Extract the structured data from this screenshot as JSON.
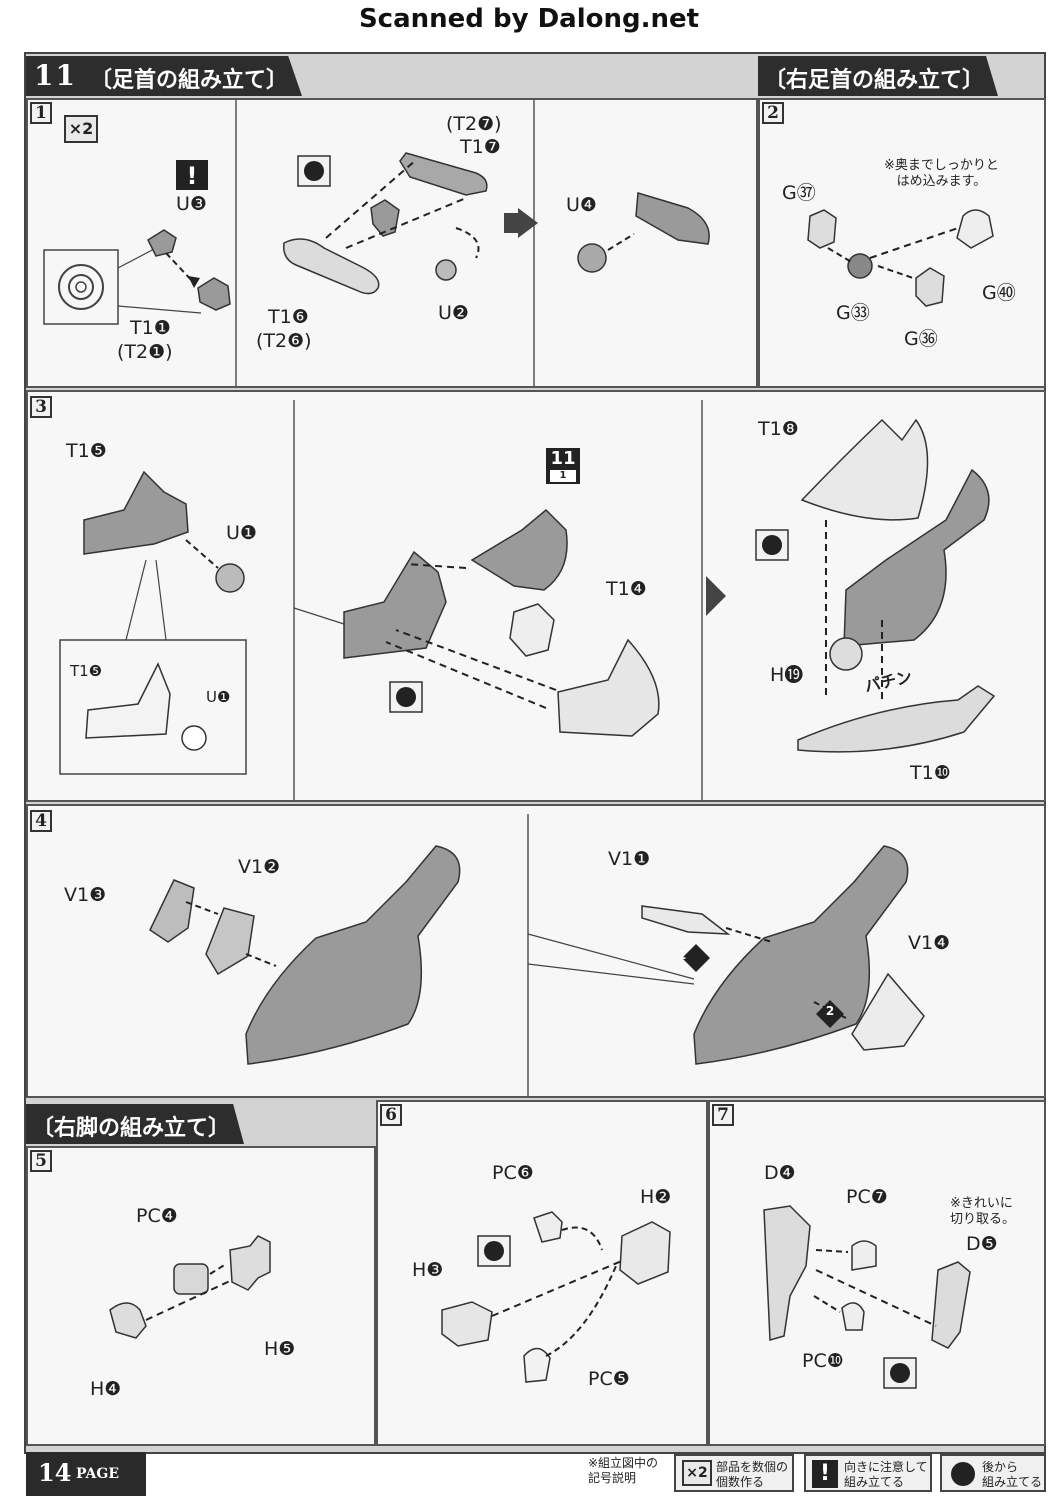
{
  "scan_credit": "Scanned by Dalong.net",
  "section": {
    "number": "11",
    "title": "〔足首の組み立て〕"
  },
  "right_title_1": "〔右足首の組み立て〕",
  "right_title_2": "〔右脚の組み立て〕",
  "steps": {
    "s1": {
      "no": "1",
      "badge": "×2",
      "parts": {
        "u3": "U❸",
        "t17": "T1❼",
        "t27": "(T2❼)",
        "t11": "T1❶",
        "t21": "(T2❶)",
        "t16": "T1❻",
        "t26": "(T2❻)",
        "u2": "U❷",
        "u4": "U❹"
      }
    },
    "s2": {
      "no": "2",
      "note": "※奥までしっかりと\nはめ込みます。",
      "parts": {
        "g37": "G㊲",
        "g33": "G㉝",
        "g36": "G㊱",
        "g40": "G㊵"
      }
    },
    "s3": {
      "no": "3",
      "ref": "11",
      "ref_sub": "1",
      "parts": {
        "t15": "T1❺",
        "u1": "U❶",
        "t15b": "T1❺",
        "u1b": "U❶",
        "t14": "T1❹",
        "t18": "T1❽",
        "h19": "H⓳",
        "t110": "T1❿"
      },
      "sfx": "パチン"
    },
    "s4": {
      "no": "4",
      "parts": {
        "v12": "V1❷",
        "v13": "V1❸",
        "v11": "V1❶",
        "v14": "V1❹"
      },
      "order1": "1",
      "order2": "2"
    },
    "s5": {
      "no": "5",
      "parts": {
        "pc4": "PC❹",
        "h5": "H❺",
        "h4": "H❹"
      }
    },
    "s6": {
      "no": "6",
      "parts": {
        "pc6": "PC❻",
        "h2": "H❷",
        "h3": "H❸",
        "pc5": "PC❺"
      }
    },
    "s7": {
      "no": "7",
      "note": "※きれいに\n切り取る。",
      "parts": {
        "d4": "D❹",
        "pc7": "PC❼",
        "d5": "D❺",
        "pc10": "PC❿"
      }
    }
  },
  "footer": {
    "page_no": "14",
    "page_word": "PAGE",
    "legend_title": "※組立図中の\n記号説明",
    "legend_x2_icon": "×2",
    "legend_x2_text": "部品を数個の\n個数作る",
    "legend_warn_icon": "!",
    "legend_warn_text": "向きに注意して\n組み立てる",
    "legend_back_text": "後から\n組み立てる"
  }
}
